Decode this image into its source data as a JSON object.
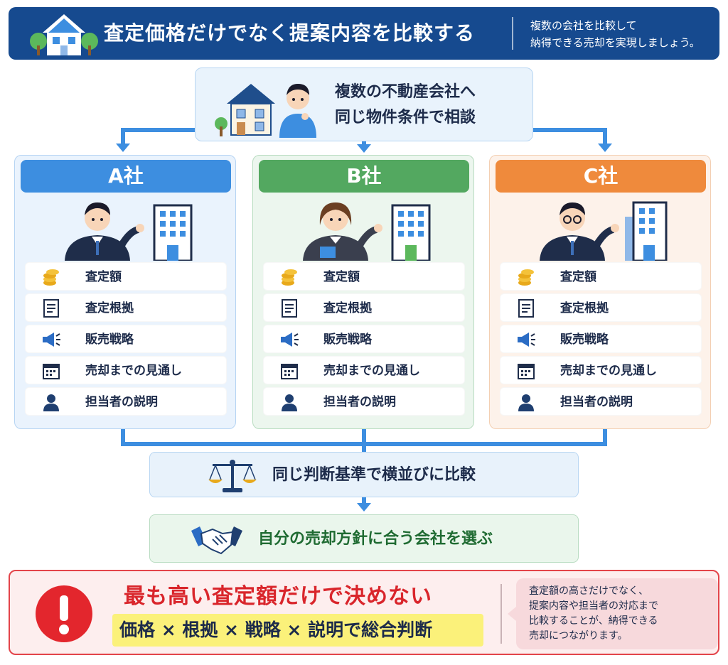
{
  "header": {
    "title": "査定価格だけでなく提案内容を比較する",
    "subtitle_line1": "複数の会社を比較して",
    "subtitle_line2": "納得できる売却を実現しましょう。",
    "icon": "house-icon"
  },
  "consult": {
    "line1": "複数の不動産会社へ",
    "line2": "同じ物件条件で相談",
    "icon": "house-and-person-illustration"
  },
  "companies": [
    {
      "name": "A社",
      "color": "#3d8ee0",
      "rows": [
        {
          "label": "査定額",
          "icon": "coins-icon"
        },
        {
          "label": "査定根拠",
          "icon": "document-icon"
        },
        {
          "label": "販売戦略",
          "icon": "megaphone-icon"
        },
        {
          "label": "売却までの見通し",
          "icon": "calendar-icon"
        },
        {
          "label": "担当者の説明",
          "icon": "person-icon"
        }
      ]
    },
    {
      "name": "B社",
      "color": "#53a860",
      "rows": [
        {
          "label": "査定額",
          "icon": "coins-icon"
        },
        {
          "label": "査定根拠",
          "icon": "document-icon"
        },
        {
          "label": "販売戦略",
          "icon": "megaphone-icon"
        },
        {
          "label": "売却までの見通し",
          "icon": "calendar-icon"
        },
        {
          "label": "担当者の説明",
          "icon": "person-icon"
        }
      ]
    },
    {
      "name": "C社",
      "color": "#ef8a3c",
      "rows": [
        {
          "label": "査定額",
          "icon": "coins-icon"
        },
        {
          "label": "査定根拠",
          "icon": "document-icon"
        },
        {
          "label": "販売戦略",
          "icon": "megaphone-icon"
        },
        {
          "label": "売却までの見通し",
          "icon": "calendar-icon"
        },
        {
          "label": "担当者の説明",
          "icon": "person-icon"
        }
      ]
    }
  ],
  "compare": {
    "text": "同じ判断基準で横並びに比較",
    "icon": "scale-icon"
  },
  "choose": {
    "text": "自分の売却方針に合う会社を選ぶ",
    "icon": "handshake-icon"
  },
  "warning": {
    "title": "最も高い査定額だけで決めない",
    "formula": "価格 × 根拠 × 戦略 × 説明で総合判断",
    "note_line1": "査定額の高さだけでなく、",
    "note_line2": "提案内容や担当者の対応まで",
    "note_line3": "比較することが、納得できる",
    "note_line4": "売却につながります。",
    "icon": "exclamation-icon",
    "accent": "#e3444a"
  }
}
